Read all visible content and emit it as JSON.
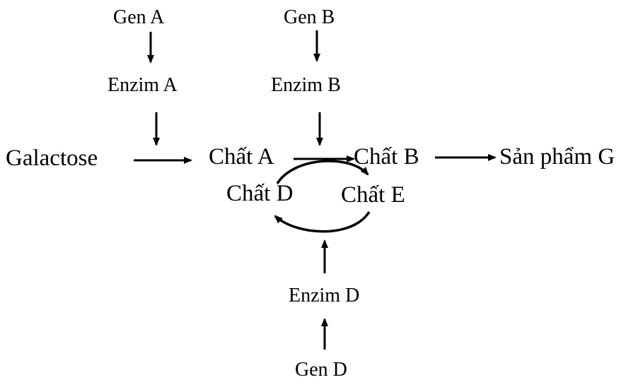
{
  "genes": {
    "a": "Gen A",
    "b": "Gen B",
    "d": "Gen D"
  },
  "enzymes": {
    "a": "Enzim A",
    "b": "Enzim B",
    "d": "Enzim D"
  },
  "substances": {
    "galactose": "Galactose",
    "a": "Chất A",
    "b": "Chất B",
    "d": "Chất D",
    "e": "Chất E",
    "product": "Sản phẩm G"
  },
  "colors": {
    "ink": "#000000",
    "background": "#ffffff"
  }
}
